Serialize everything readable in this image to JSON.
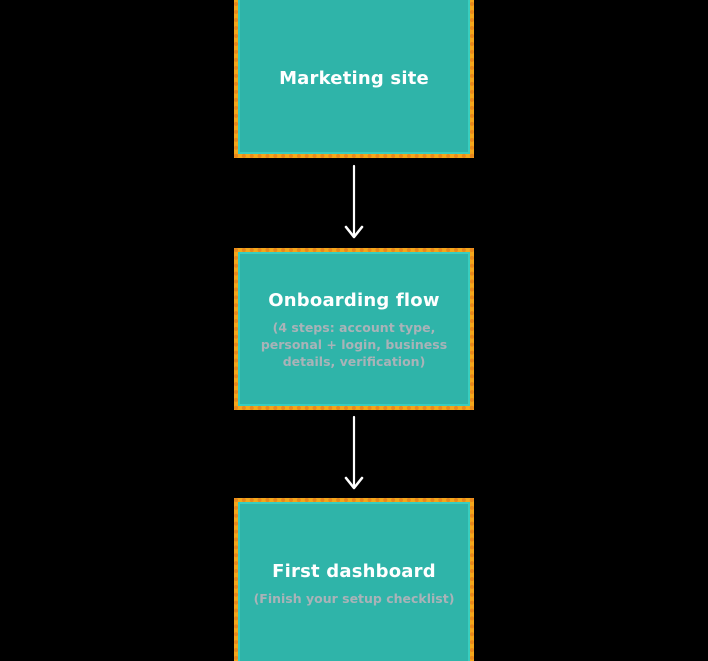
{
  "canvas": {
    "background": "#000000"
  },
  "palette": {
    "node_fill": "#2FB4A9",
    "node_border": "#F4A71B",
    "node_inner_stroke": "#3DDACB",
    "title_color": "#FFFFFF",
    "subtitle_color": "#A9B3B8",
    "arrow_color": "#FFFFFF"
  },
  "flowchart": {
    "nodes": [
      {
        "id": "marketing-site",
        "title": "Marketing site",
        "subtitle_lines": []
      },
      {
        "id": "onboarding-flow",
        "title": "Onboarding flow",
        "subtitle_lines": [
          "(4 steps: account type,",
          "personal + login, business",
          "details, verification)"
        ]
      },
      {
        "id": "first-dashboard",
        "title": "First dashboard",
        "subtitle_lines": [
          "(Finish your setup checklist)"
        ]
      }
    ],
    "connectors": [
      {
        "from": "marketing-site",
        "to": "onboarding-flow",
        "direction": "down"
      },
      {
        "from": "onboarding-flow",
        "to": "first-dashboard",
        "direction": "down"
      }
    ]
  }
}
